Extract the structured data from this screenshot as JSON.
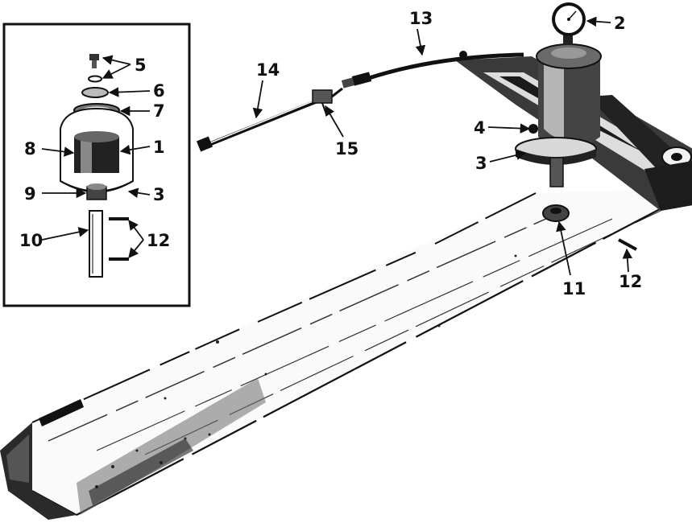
{
  "inset": {
    "callouts": [
      "5",
      "6",
      "7",
      "8",
      "1",
      "9",
      "3",
      "10",
      "12"
    ]
  },
  "main": {
    "callouts": [
      "13",
      "2",
      "14",
      "4",
      "15",
      "3",
      "11",
      "12"
    ]
  },
  "colors": {
    "ink": "#111111",
    "paper": "#ffffff"
  }
}
